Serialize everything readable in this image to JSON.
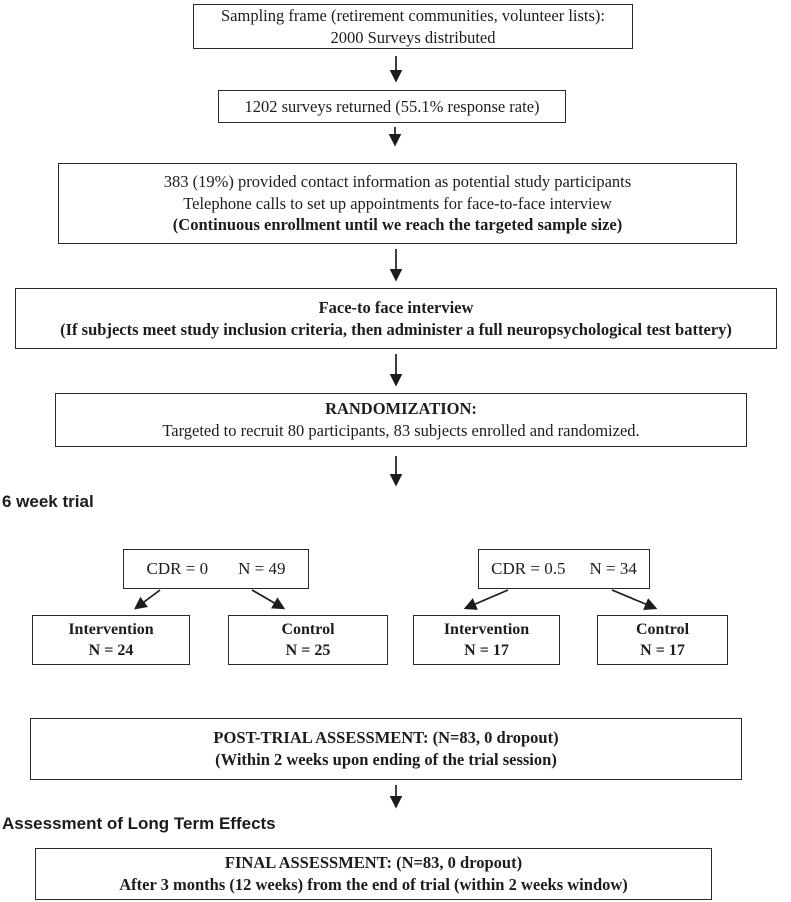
{
  "palette": {
    "background": "#ffffff",
    "ink": "#1d1d1d",
    "box_border": "#2b2b2b"
  },
  "flow": {
    "sampling": {
      "line1": "Sampling frame (retirement communities, volunteer lists):",
      "line2": "2000 Surveys distributed"
    },
    "returned": {
      "line1": "1202 surveys returned (55.1% response rate)"
    },
    "contact": {
      "line1": "383 (19%) provided contact information as potential study participants",
      "line2": "Telephone calls to set up appointments for face-to-face interview",
      "line3": "(Continuous enrollment until we reach the targeted sample size)"
    },
    "interview": {
      "line1": "Face-to face interview",
      "line2": "(If subjects meet study inclusion criteria, then administer a full neuropsychological test battery)"
    },
    "randomization": {
      "line1": "RANDOMIZATION:",
      "line2": "Targeted to recruit 80 participants, 83 subjects enrolled and randomized."
    },
    "section_labels": {
      "trial": "6 week trial",
      "long_term": "Assessment of Long Term Effects"
    },
    "cdr0": {
      "cdr": "CDR = 0",
      "n": "N = 49"
    },
    "cdr05": {
      "cdr": "CDR = 0.5",
      "n": "N = 34"
    },
    "arms": [
      {
        "name": "Intervention",
        "n": "N = 24"
      },
      {
        "name": "Control",
        "n": "N = 25"
      },
      {
        "name": "Intervention",
        "n": "N = 17"
      },
      {
        "name": "Control",
        "n": "N = 17"
      }
    ],
    "post_trial": {
      "line1": "POST-TRIAL ASSESSMENT: (N=83, 0 dropout)",
      "line2": "(Within 2 weeks upon ending of the trial session)"
    },
    "final": {
      "line1": "FINAL ASSESSMENT: (N=83, 0 dropout)",
      "line2": "After 3 months (12 weeks) from the end of trial (within 2 weeks window)"
    }
  }
}
